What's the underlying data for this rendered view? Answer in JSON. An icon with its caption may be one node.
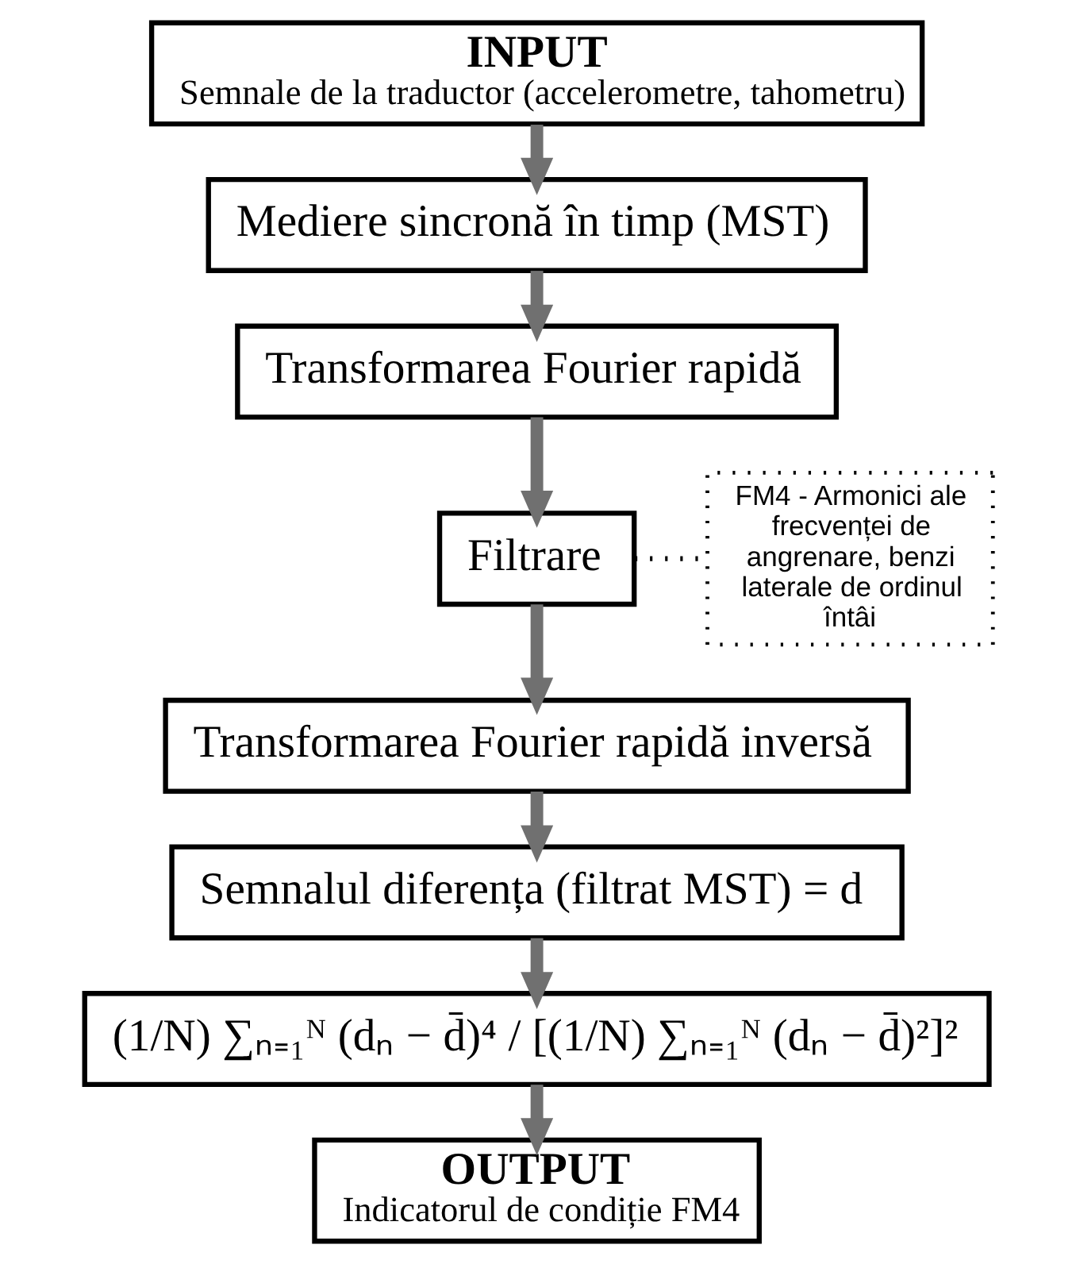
{
  "diagram": {
    "nodes": [
      {
        "text": [
          "INPUT",
          "Semnale de la traductor (accelerometre, tahometru)"
        ]
      },
      {
        "text": [
          "Mediere sincronă în timp (MST)"
        ]
      },
      {
        "text": [
          "Transformarea Fourier rapidă"
        ]
      },
      {
        "text": [
          "Filtrare"
        ]
      },
      {
        "text": [
          "FM4 - Armonici ale frecvenței de angrenare, benzi laterale de ordinul întâi"
        ]
      },
      {
        "text": [
          "Transformarea Fourier rapidă inversă"
        ]
      },
      {
        "text": [
          "Semnalul diferența (filtrat MST) = d"
        ]
      },
      {
        "text": [
          "(1/N) ∑ₙ₌₁ᴺ (dₙ − d̄)⁴ / [(1/N) ∑ₙ₌₁ᴺ (dₙ − d̄)²]²"
        ]
      },
      {
        "text": [
          "OUTPUT",
          "Indicatorul de condiție FM4"
        ]
      }
    ],
    "edges": [
      {
        "from": 0,
        "to": 1,
        "arrow": "to"
      },
      {
        "from": 1,
        "to": 2,
        "arrow": "to"
      },
      {
        "from": 2,
        "to": 3,
        "arrow": "to"
      },
      {
        "from": 3,
        "to": 4,
        "arrow": "none",
        "style": "dashed",
        "color": "#000000"
      },
      {
        "from": 3,
        "to": 5,
        "arrow": "to"
      },
      {
        "from": 5,
        "to": 6,
        "arrow": "to"
      },
      {
        "from": 6,
        "to": 7,
        "arrow": "to"
      },
      {
        "from": 7,
        "to": 8,
        "arrow": "to"
      }
    ]
  }
}
